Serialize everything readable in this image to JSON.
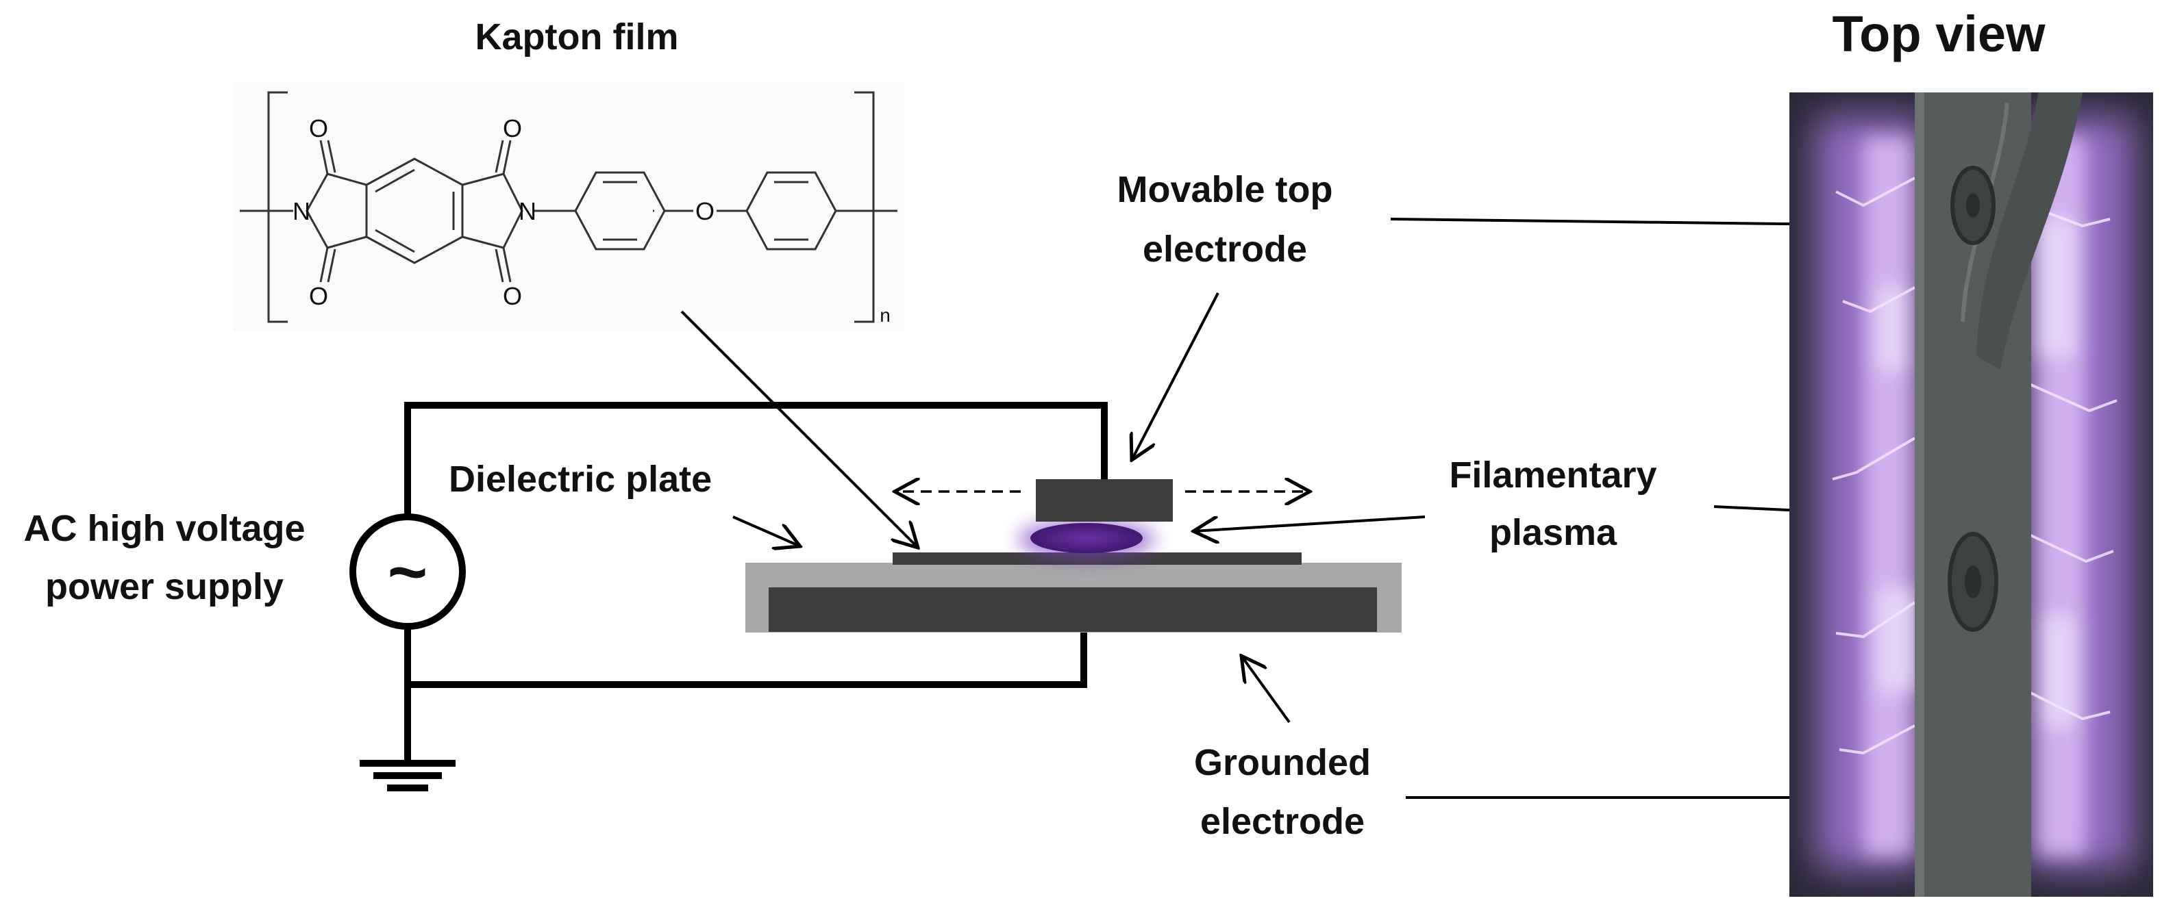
{
  "diagram": {
    "kapton_title": "Kapton film",
    "top_view_title": "Top view",
    "movable_electrode_line1": "Movable top",
    "movable_electrode_line2": "electrode",
    "dielectric_plate": "Dielectric plate",
    "power_supply_line1": "AC high voltage",
    "power_supply_line2": "power supply",
    "filamentary_line1": "Filamentary",
    "filamentary_line2": "plasma",
    "grounded_line1": "Grounded",
    "grounded_line2": "electrode",
    "ac_symbol": "~"
  },
  "chemical_structure": {
    "atoms": [
      "O",
      "O",
      "O",
      "O",
      "N",
      "N",
      "O"
    ],
    "repeat_subscript": "n"
  },
  "colors": {
    "electrode": "#3d3d3d",
    "dielectric": "#a8a8a8",
    "plasma": "#4b1f7a",
    "plasma_glow": "#c9a2ea",
    "photo_bg": "#2a2838",
    "strip": "#565b5c"
  }
}
